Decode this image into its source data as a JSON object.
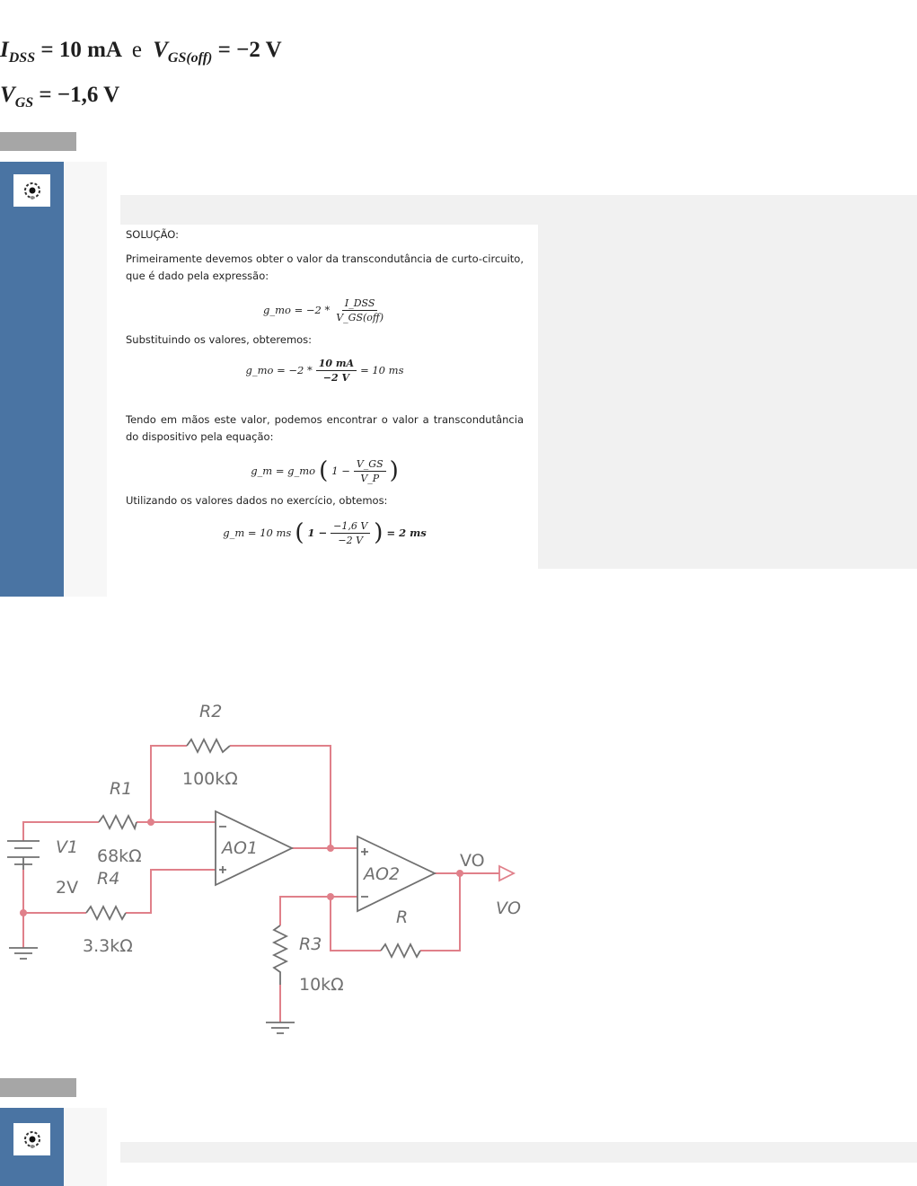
{
  "formulas": {
    "line1": {
      "idss": "I",
      "idss_sub": "DSS",
      "idss_val": "= 10 mA",
      "conj": "e",
      "vgs": "V",
      "vgs_sub": "GS(off)",
      "vgs_val": "= −2 V"
    },
    "line2": {
      "vgs": "V",
      "vgs_sub": "GS",
      "vgs_val": "= −1,6 V"
    }
  },
  "solution": {
    "heading": "SOLUÇÃO:",
    "p1": "Primeiramente devemos obter o valor da transcondutância de curto-circuito, que é dado pela expressão:",
    "eq1": {
      "lhs": "g_mo = −2 *",
      "num": "I_DSS",
      "den": "V_GS(off)"
    },
    "p2": "Substituindo os valores, obteremos:",
    "eq2": {
      "lhs": "g_mo = −2 *",
      "num": "10 mA",
      "den": "−2 V",
      "rhs": "= 10 ms"
    },
    "p3": "Tendo em mãos este valor, podemos encontrar o valor a transcondutância do dispositivo pela equação:",
    "eq3": {
      "lhs": "g_m = g_mo",
      "inner": "1 −",
      "num": "V_GS",
      "den": "V_P"
    },
    "p4": "Utilizando os valores dados no exercício, obtemos:",
    "eq4": {
      "lhs": "g_m = 10 ms",
      "inner": "1 −",
      "num": "−1,6 V",
      "den": "−2 V",
      "rhs": "= 2 ms"
    }
  },
  "circuit": {
    "r1": "R1",
    "r1_val": "68kΩ",
    "r2": "R2",
    "r2_val": "100kΩ",
    "r3": "R3",
    "r3_val": "10kΩ",
    "r4": "R4",
    "r4_val": "3.3kΩ",
    "r": "R",
    "v1": "V1",
    "v1_val": "2V",
    "ao1": "AO1",
    "ao2": "AO2",
    "vo_node": "VO",
    "vo_port": "VO",
    "plus": "+",
    "minus": "−"
  },
  "colors": {
    "blue_bar": "#4a74a3",
    "gray_tab": "#a6a6a6",
    "wire": "#e0808a",
    "component": "#707070"
  },
  "icons": {
    "radio": "radio-selected-icon"
  }
}
